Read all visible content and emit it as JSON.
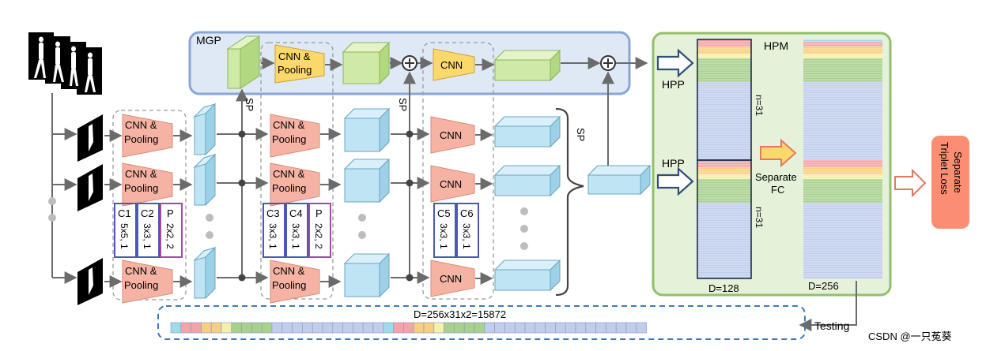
{
  "mgp_label": "MGP",
  "hpm_label": "HPM",
  "block_labels": {
    "cnn_pool_1": "CNN &",
    "cnn_pool_2": "Pooling",
    "cnn": "CNN"
  },
  "sp_label": "SP",
  "hpp_label": "HPP",
  "n_label": "n=31",
  "separate_fc_1": "Separate",
  "separate_fc_2": "FC",
  "d128": "D=128",
  "d256": "D=256",
  "bottom_d": "D=256x31x2=15872",
  "testing": "Testing",
  "loss_1": "Separate",
  "loss_2": "Triplet Loss",
  "kernels_set1": [
    {
      "name": "C1",
      "spec": "5x5, 1"
    },
    {
      "name": "C2",
      "spec": "3x3, 1"
    },
    {
      "name": "P",
      "spec": "2x2, 2"
    }
  ],
  "kernels_set2": [
    {
      "name": "C3",
      "spec": "3x3, 1"
    },
    {
      "name": "C4",
      "spec": "3x3, 1"
    },
    {
      "name": "P",
      "spec": "2x2, 2"
    }
  ],
  "kernels_set3": [
    {
      "name": "C5",
      "spec": "3x3, 1"
    },
    {
      "name": "C6",
      "spec": "3x3, 1"
    }
  ],
  "watermark": "CSDN @一只菟葵",
  "colors": {
    "mgp_fill": "#dfe8f5",
    "mgp_stroke": "#8aa6d4",
    "hpm_fill": "#e6f1d9",
    "hpm_stroke": "#92c06a",
    "cnn_red": "#f6b3a4",
    "cnn_yellow": "#fbd86b",
    "cube_blue": "#bfe4f4",
    "cube_green": "#cfe9a6",
    "loss": "#fa8d72",
    "arrow_blue": "#2f4f7a"
  },
  "stripe_palette": [
    "#f4a3a8",
    "#f8cf7e",
    "#f7f0a8",
    "#a9d08c",
    "#c1cdea",
    "#9fdbe9"
  ]
}
